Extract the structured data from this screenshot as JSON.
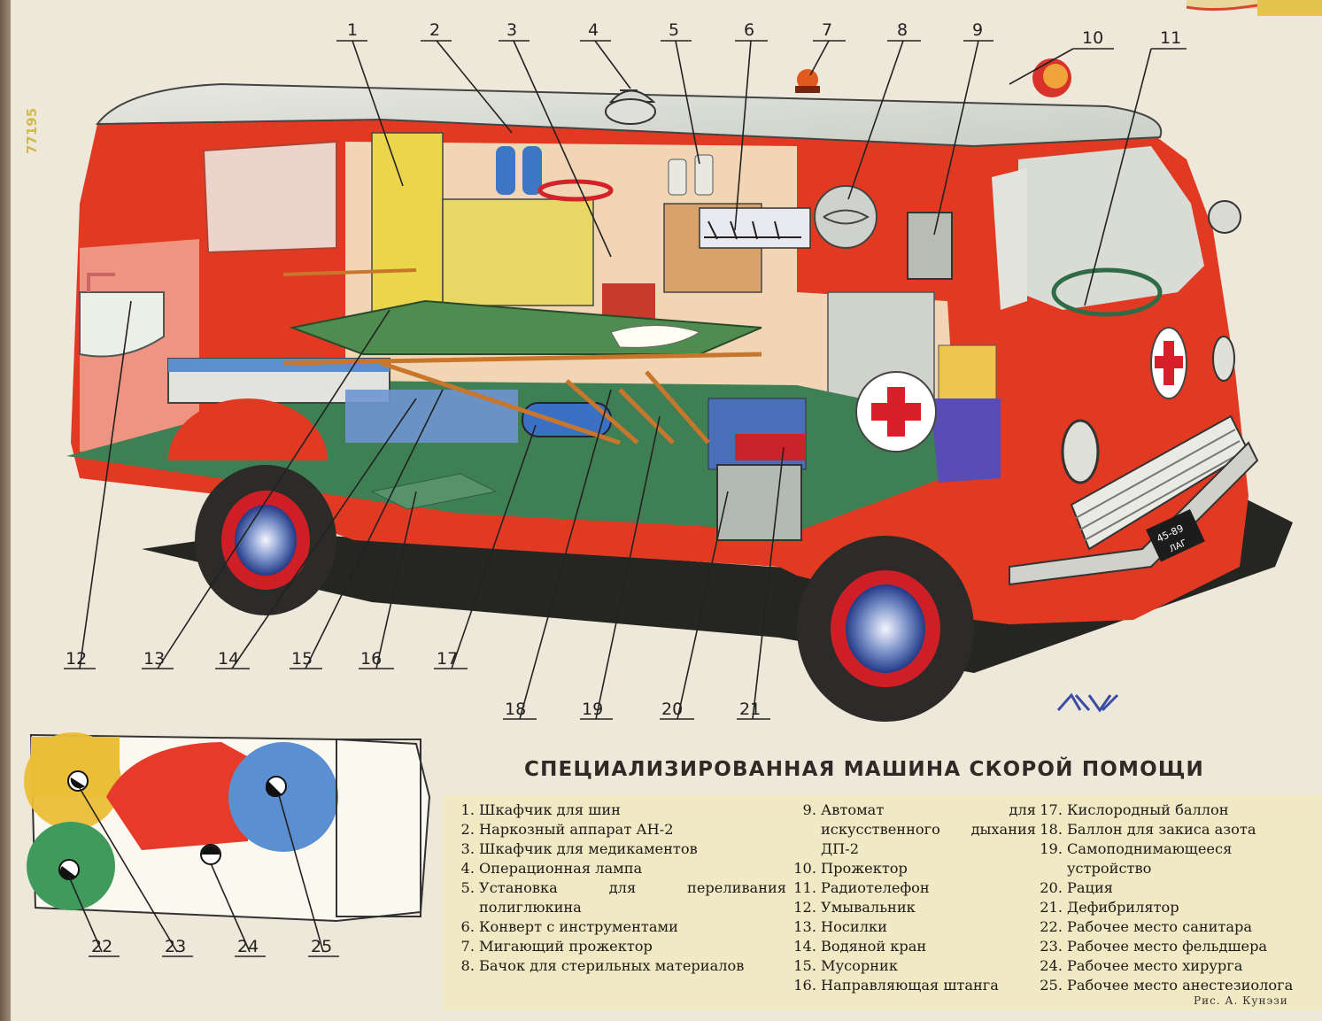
{
  "stamp_number": "77195",
  "title": "СПЕЦИАЛИЗИРОВАННАЯ МАШИНА СКОРОЙ ПОМОЩИ",
  "plate": {
    "line1": "45-89",
    "line2": "ЛАГ"
  },
  "credit": "Рис. А. Кунэзи",
  "callouts_top": [
    "1",
    "2",
    "3",
    "4",
    "5",
    "6",
    "7",
    "8",
    "9",
    "10",
    "11"
  ],
  "callouts_bottom": [
    "12",
    "13",
    "14",
    "15",
    "16",
    "17",
    "18",
    "19",
    "20",
    "21"
  ],
  "callouts_plan": [
    "22",
    "23",
    "24",
    "25"
  ],
  "legend": {
    "col1": [
      {
        "n": "1.",
        "t": "Шкафчик для шин"
      },
      {
        "n": "2.",
        "t": "Наркозный аппарат АН-2"
      },
      {
        "n": "3.",
        "t": "Шкафчик для медикаментов"
      },
      {
        "n": "4.",
        "t": "Операционная лампа"
      },
      {
        "n": "5.",
        "t": "Установка для переливания полиглюкина"
      },
      {
        "n": "6.",
        "t": "Конверт с инструментами"
      },
      {
        "n": "7.",
        "t": "Мигающий прожектор"
      },
      {
        "n": "8.",
        "t": "Бачок для стерильных материалов"
      }
    ],
    "col2": [
      {
        "n": "9.",
        "t": "Автомат для искусственного дыхания ДП-2"
      },
      {
        "n": "10.",
        "t": "Прожектор"
      },
      {
        "n": "11.",
        "t": "Радиотелефон"
      },
      {
        "n": "12.",
        "t": "Умывальник"
      },
      {
        "n": "13.",
        "t": "Носилки"
      },
      {
        "n": "14.",
        "t": "Водяной кран"
      },
      {
        "n": "15.",
        "t": "Мусорник"
      },
      {
        "n": "16.",
        "t": "Направляющая штанга"
      }
    ],
    "col3": [
      {
        "n": "17.",
        "t": "Кислородный баллон"
      },
      {
        "n": "18.",
        "t": "Баллон для закиса азота"
      },
      {
        "n": "19.",
        "t": "Самоподнимающееся устройство"
      },
      {
        "n": "20.",
        "t": "Рация"
      },
      {
        "n": "21.",
        "t": "Дефибрилятор"
      },
      {
        "n": "22.",
        "t": "Рабочее место санитара"
      },
      {
        "n": "23.",
        "t": "Рабочее место фельдшера"
      },
      {
        "n": "24.",
        "t": "Рабочее место хирурга"
      },
      {
        "n": "25.",
        "t": "Рабочее место анестезиолога"
      }
    ]
  },
  "colors": {
    "body_red": "#e23a22",
    "floor_green": "#3f7f54",
    "roof_grey": "#cfd6cf",
    "cross_red": "#d8202a",
    "legend_bg": "#f1e8c4"
  }
}
